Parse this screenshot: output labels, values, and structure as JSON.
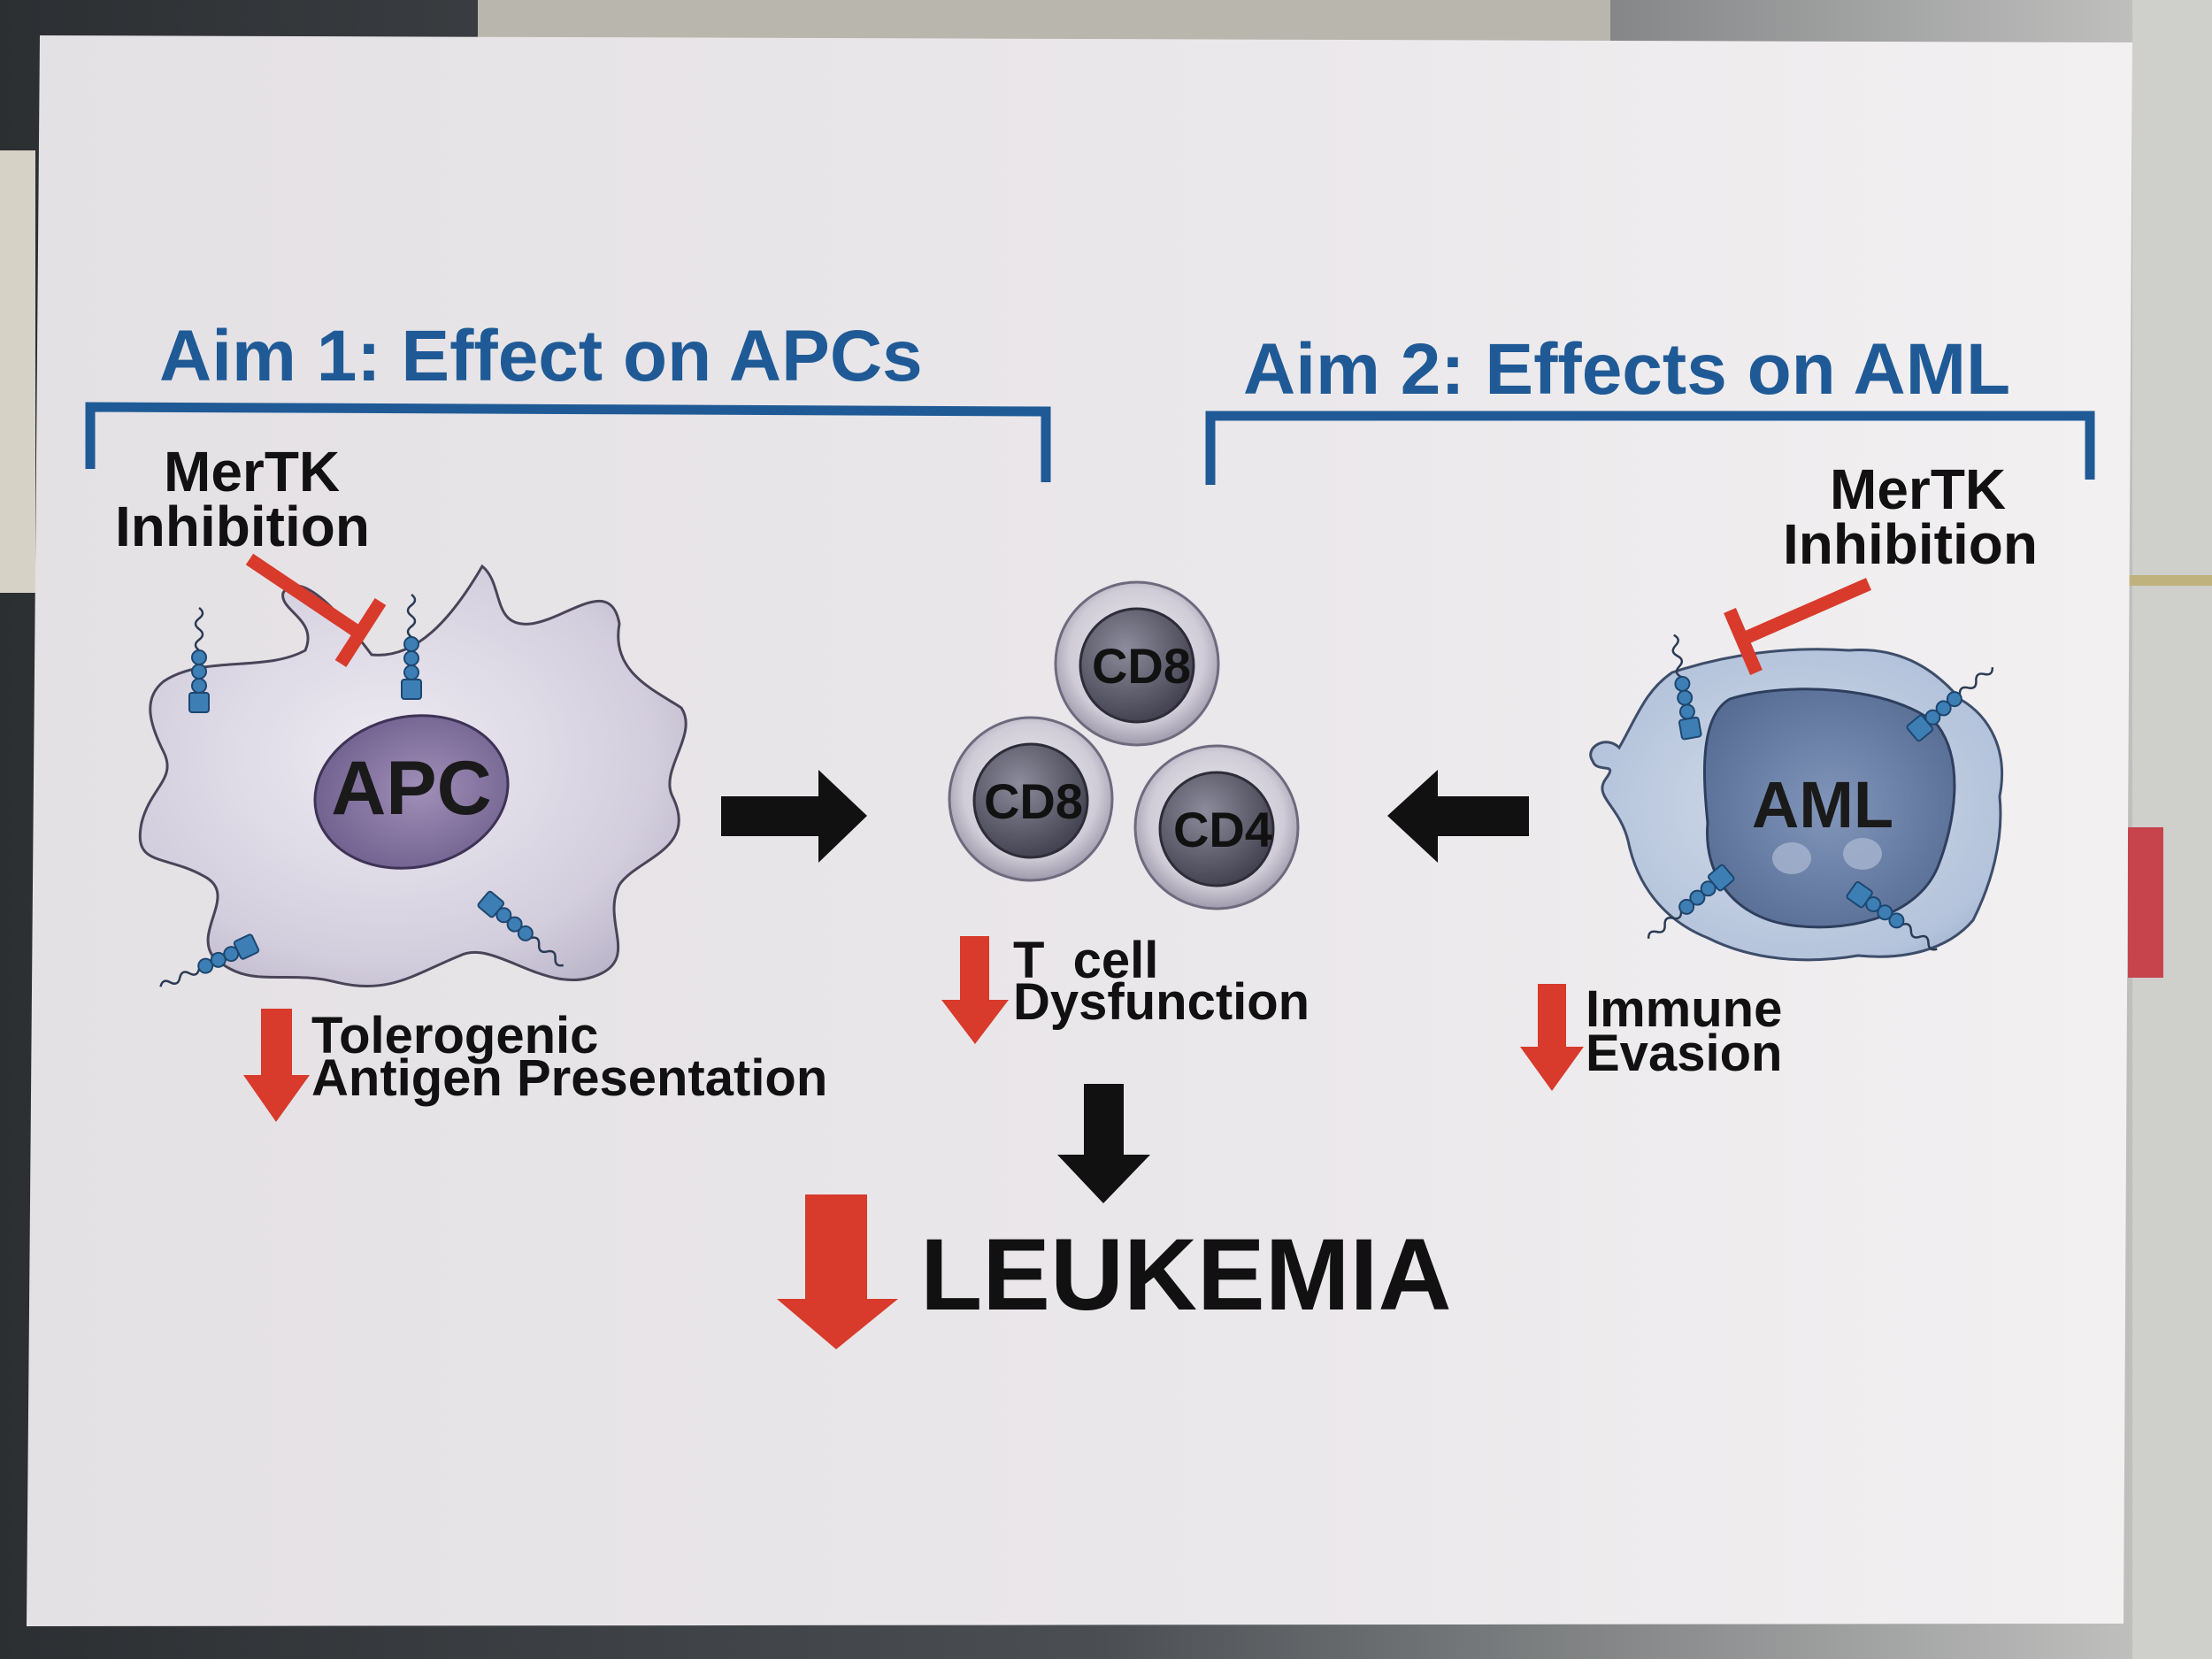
{
  "aim1": {
    "title": "Aim 1: Effect on APCs"
  },
  "aim2": {
    "title": "Aim 2: Effects on AML"
  },
  "left_inhibition": {
    "line1": "MerTK",
    "line2": "Inhibition"
  },
  "right_inhibition": {
    "line1": "MerTK",
    "line2": "Inhibition"
  },
  "apc": {
    "label": "APC"
  },
  "aml": {
    "label": "AML"
  },
  "tcells": [
    {
      "label": "CD8"
    },
    {
      "label": "CD8"
    },
    {
      "label": "CD4"
    }
  ],
  "apc_effect": {
    "line1": "Tolerogenic",
    "line2": "Antigen Presentation"
  },
  "tcell_effect": {
    "line1": "T  cell",
    "line2": "Dysfunction"
  },
  "aml_effect": {
    "line1": "Immune",
    "line2": "Evasion"
  },
  "outcome": {
    "label": "LEUKEMIA"
  },
  "colors": {
    "heading_blue": "#1f5a96",
    "inhibition_red": "#d83a2c",
    "arrow_black": "#111111",
    "apc_cell": "#d8d4e0",
    "apc_nucleus": "#8a78a4",
    "aml_cell": "#b9c7dc",
    "aml_nucleus": "#6f85ad",
    "tcell": "#585868",
    "receptor_blue": "#3d7fb4",
    "paper": "#e9e6e9"
  }
}
